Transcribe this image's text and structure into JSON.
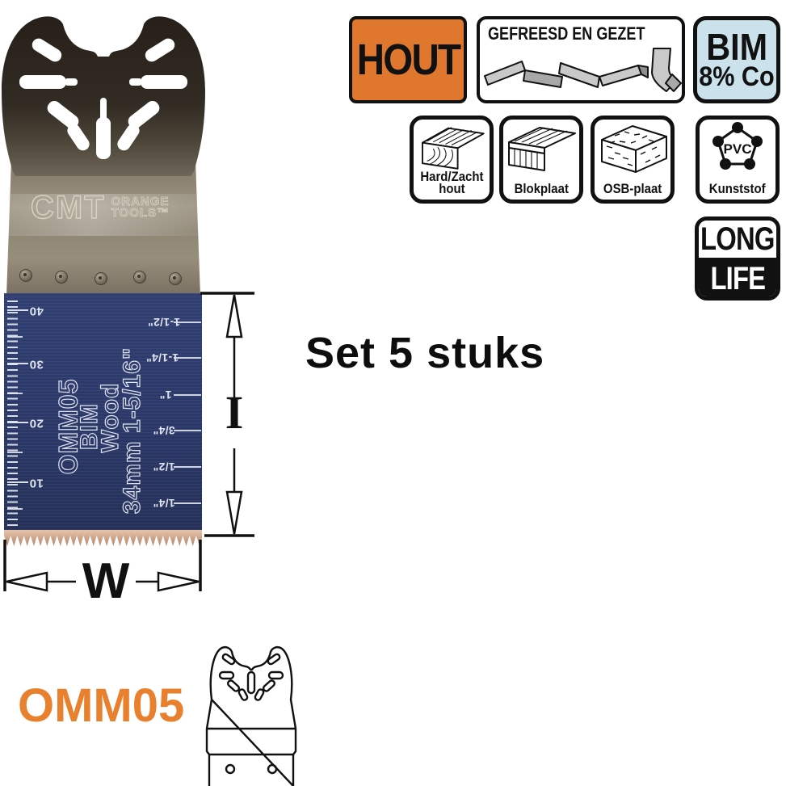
{
  "header_badges": {
    "hout_label": "HOUT",
    "gefreesd_label": "GEFREESD EN GEZET",
    "bim_line1": "BIM",
    "bim_line2": "8% Co"
  },
  "material_icons": [
    {
      "name": "hard-zacht-hout-icon",
      "line1": "Hard/Zacht",
      "line2": "hout"
    },
    {
      "name": "blokplaat-icon",
      "line1": "Blokplaat"
    },
    {
      "name": "osb-plaat-icon",
      "line1": "OSB-plaat"
    },
    {
      "name": "pvc-kunststof-icon",
      "symbol": "PVC",
      "line1": "Kunststof"
    }
  ],
  "longlife": {
    "line1": "LONG",
    "line2": "LIFE"
  },
  "set_text": "Set 5 stuks",
  "blade": {
    "brand": "CMT",
    "brand_line1": "ORANGE",
    "brand_line2": "TOOLS™",
    "code": "OMM05",
    "material": "BIM",
    "application": "Wood",
    "size": "34mm 1-5/16\"",
    "ruler_numbers": [
      "40",
      "30",
      "20",
      "10"
    ],
    "inch_marks": [
      "1-1/2\"",
      "1-1/4\"",
      "1\"",
      "3/4\"",
      "1/2\"",
      "1/4\""
    ]
  },
  "dimension_labels": {
    "length": "I",
    "width": "W"
  },
  "footer": {
    "code": "OMM05"
  },
  "colors": {
    "hout_orange": "#e0772e",
    "bim_blue": "#cbe2ec",
    "blade_blue": "#2c3a68",
    "footer_orange": "#e8802e",
    "metal": "#8d8472",
    "teeth_tan": "#cfa286"
  }
}
